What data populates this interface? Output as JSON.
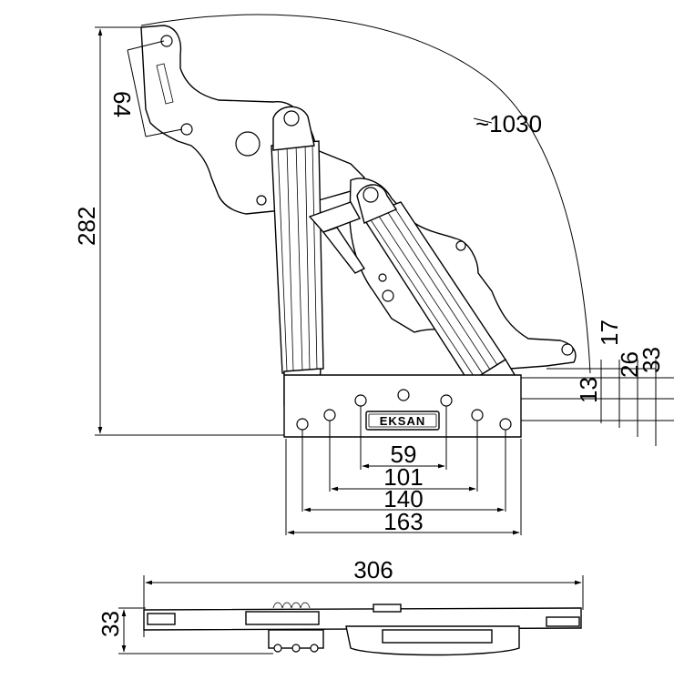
{
  "dimensions": {
    "height_total": "282",
    "arm_offset": "64",
    "arc_radius": "~1030",
    "right_17": "17",
    "right_26": "26",
    "right_33": "33",
    "right_13": "13",
    "hole_59": "59",
    "hole_101": "101",
    "hole_140": "140",
    "hole_163": "163",
    "side_width": "306",
    "side_height": "33"
  },
  "logo": "EKSAN",
  "colors": {
    "line": "#000000",
    "background": "#ffffff"
  }
}
